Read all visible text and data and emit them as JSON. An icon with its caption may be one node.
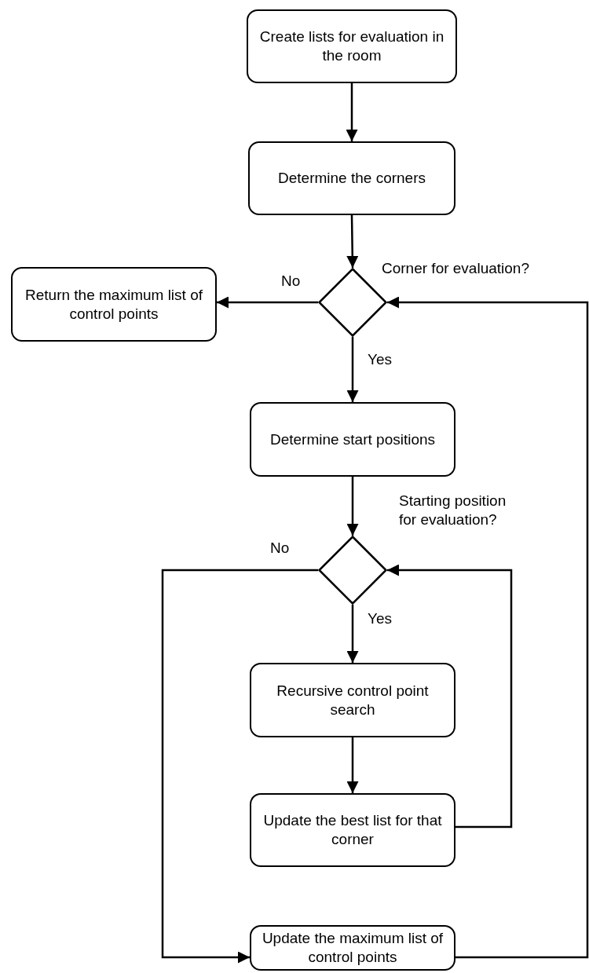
{
  "diagram": {
    "nodes": [
      {
        "text": [
          "Create lists for evaluation in the room"
        ]
      },
      {
        "text": [
          "Determine the corners"
        ]
      },
      {
        "text": [],
        "shape": "diamond",
        "beside": [
          "Corner for evaluation?"
        ]
      },
      {
        "text": [
          "Return the maximum list of control points"
        ]
      },
      {
        "text": [
          "Determine start positions"
        ]
      },
      {
        "text": [],
        "shape": "diamond",
        "beside": [
          "Starting position for evaluation?"
        ]
      },
      {
        "text": [
          "Recursive control point search"
        ]
      },
      {
        "text": [
          "Update the best list for that corner"
        ]
      },
      {
        "text": [
          "Update the maximum list of control points"
        ]
      }
    ],
    "edges": [
      {
        "from": 0,
        "to": 1,
        "arrow": "to"
      },
      {
        "from": 1,
        "to": 2,
        "arrow": "to"
      },
      {
        "from": 2,
        "to": 3,
        "arrow": "to",
        "label": "No"
      },
      {
        "from": 2,
        "to": 4,
        "arrow": "to",
        "label": "Yes"
      },
      {
        "from": 4,
        "to": 5,
        "arrow": "to"
      },
      {
        "from": 5,
        "to": 6,
        "arrow": "to",
        "label": "Yes"
      },
      {
        "from": 6,
        "to": 7,
        "arrow": "to"
      },
      {
        "from": 7,
        "to": 5,
        "arrow": "to"
      },
      {
        "from": 5,
        "to": 8,
        "arrow": "to",
        "label": "No"
      },
      {
        "from": 8,
        "to": 2,
        "arrow": "to"
      }
    ]
  }
}
